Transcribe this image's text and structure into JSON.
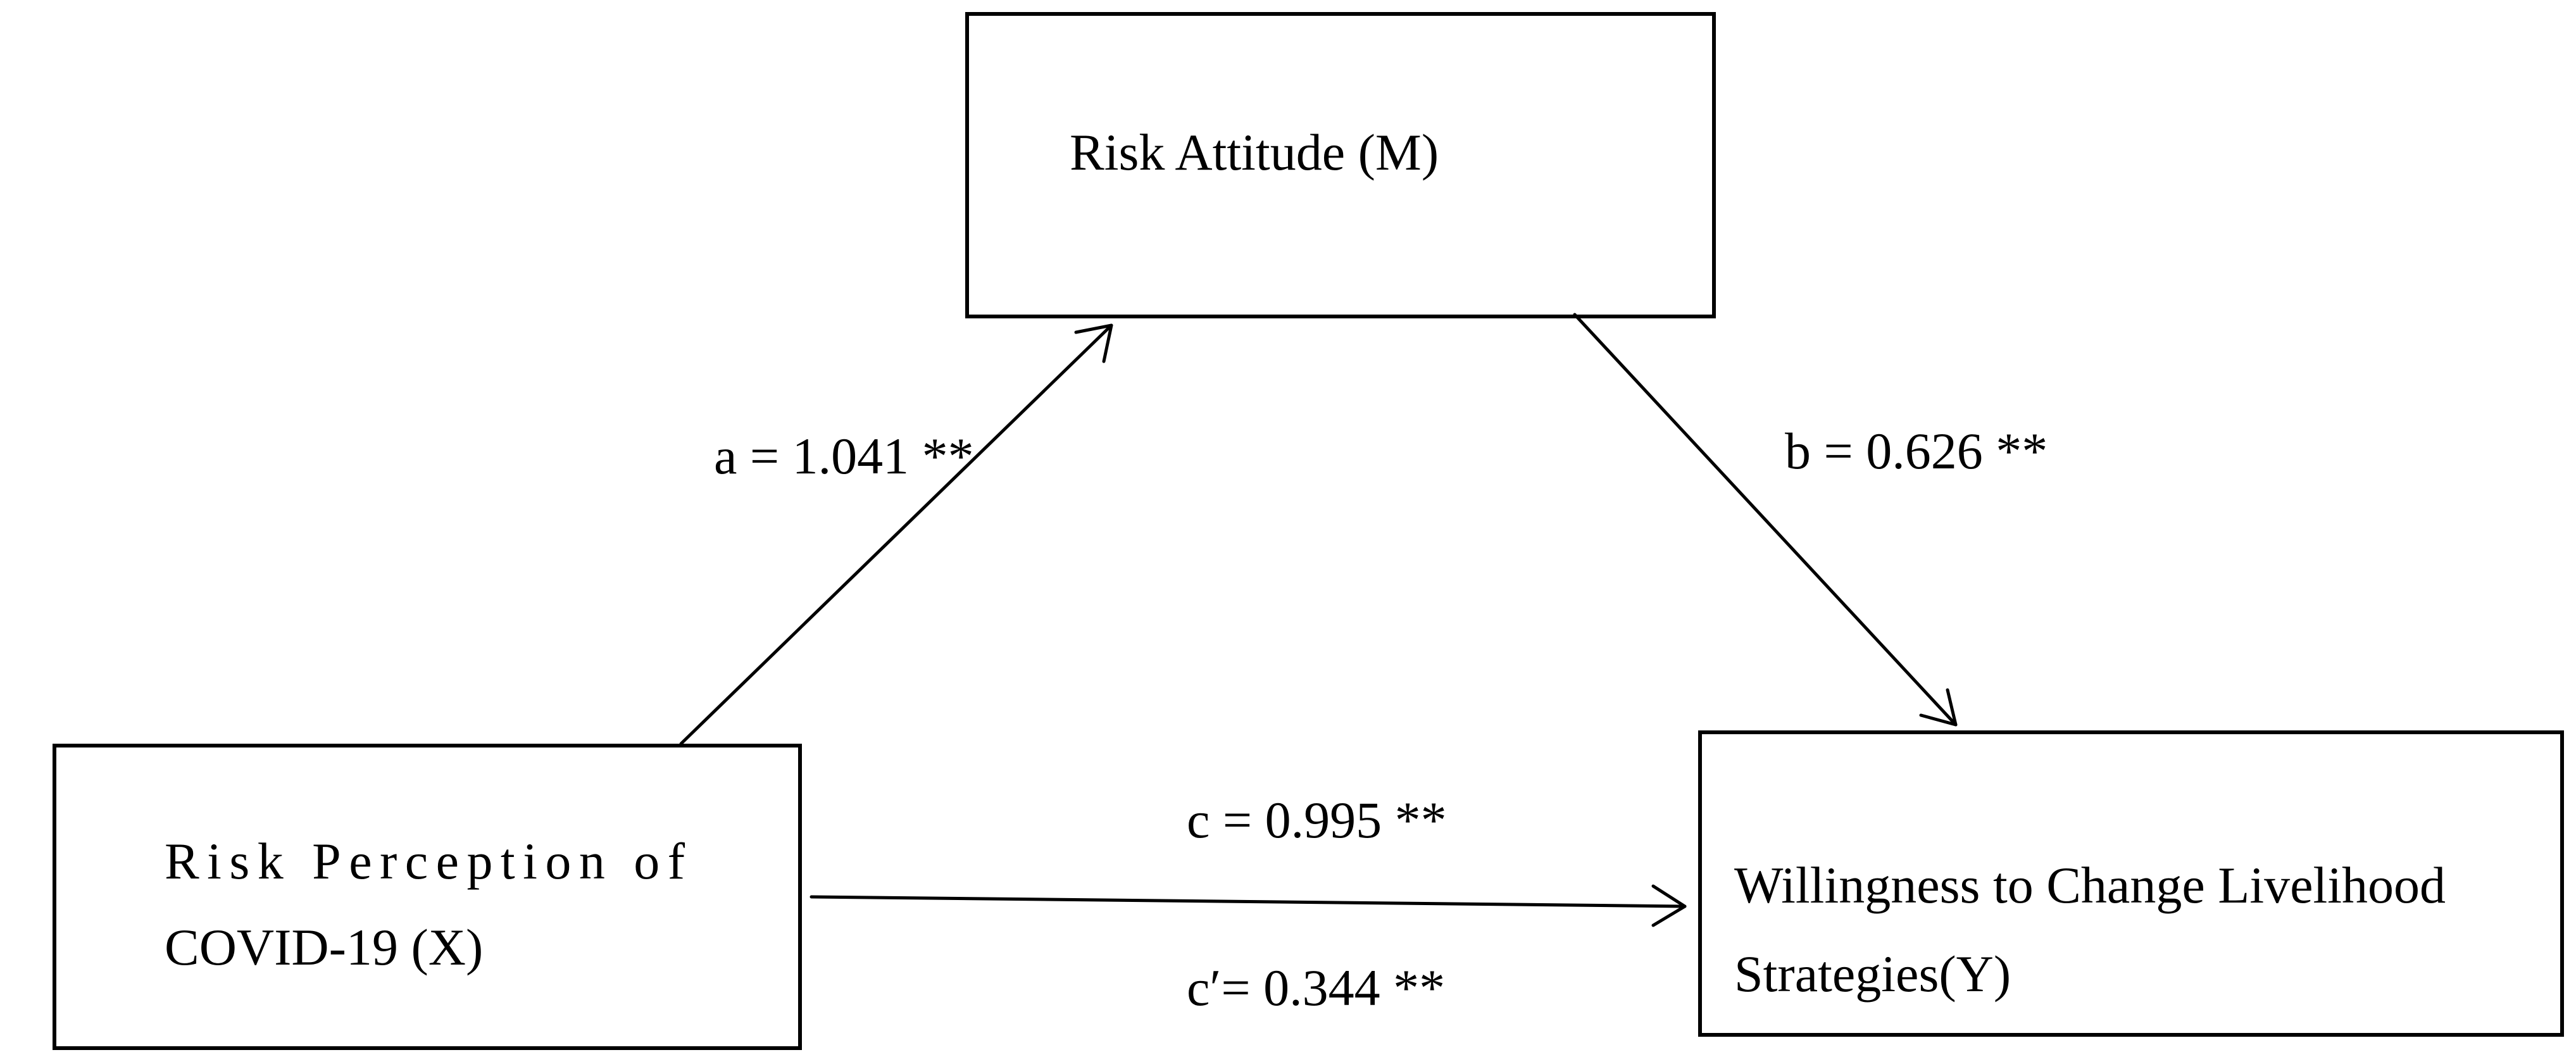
{
  "nodes": {
    "mediator": {
      "label": "Risk Attitude (M)"
    },
    "independent": {
      "line1": "Risk Perception of",
      "line2": "COVID-19 (X)"
    },
    "dependent": {
      "line1": "Willingness to Change Livelihood",
      "line2": "Strategies(Y)"
    }
  },
  "paths": {
    "a": "a = 1.041 **",
    "b": "b = 0.626 **",
    "c": "c = 0.995 **",
    "c_prime": "c′= 0.344 **"
  }
}
